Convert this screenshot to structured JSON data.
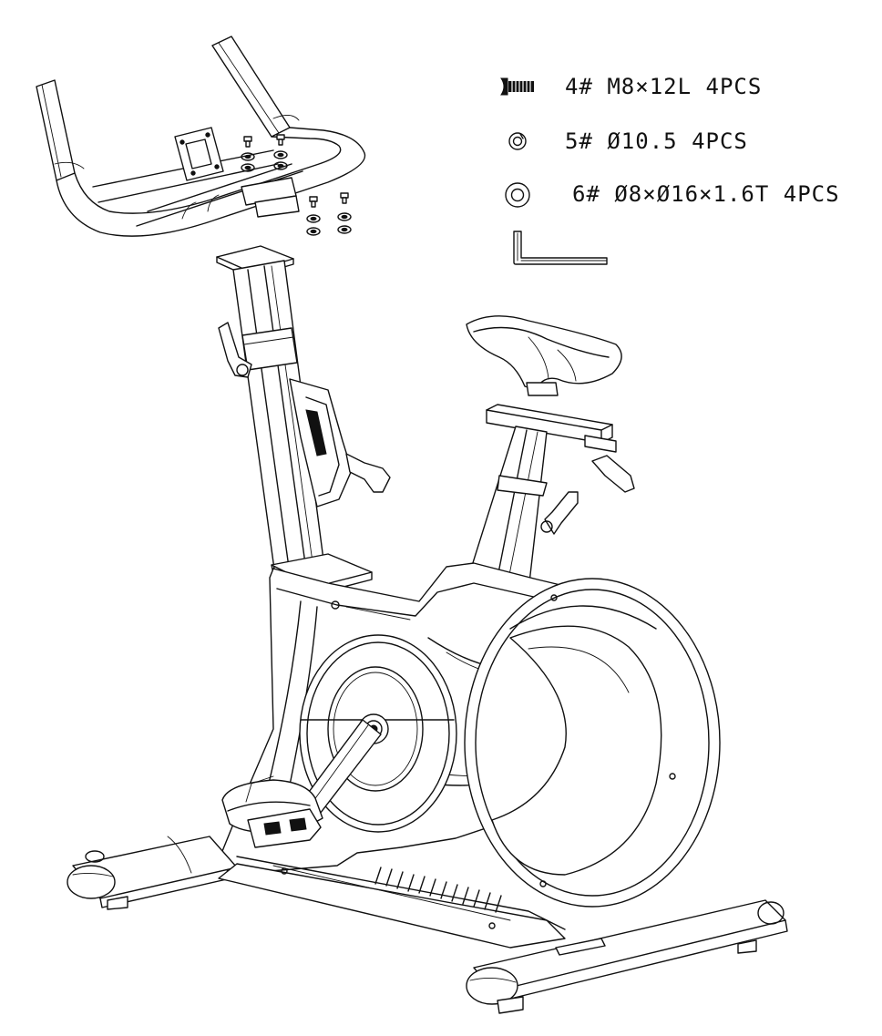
{
  "parts_list": [
    {
      "id": "4#",
      "spec": "M8×12L",
      "qty": "4PCS",
      "icon": "bolt-icon"
    },
    {
      "id": "5#",
      "spec": "Ø10.5",
      "qty": "4PCS",
      "icon": "spring-washer-icon"
    },
    {
      "id": "6#",
      "spec": "Ø8×Ø16×1.6T",
      "qty": "4PCS",
      "icon": "flat-washer-icon"
    }
  ],
  "tools": [
    {
      "icon": "allen-key-icon"
    }
  ],
  "colors": {
    "line": "#111111",
    "background": "#ffffff"
  }
}
